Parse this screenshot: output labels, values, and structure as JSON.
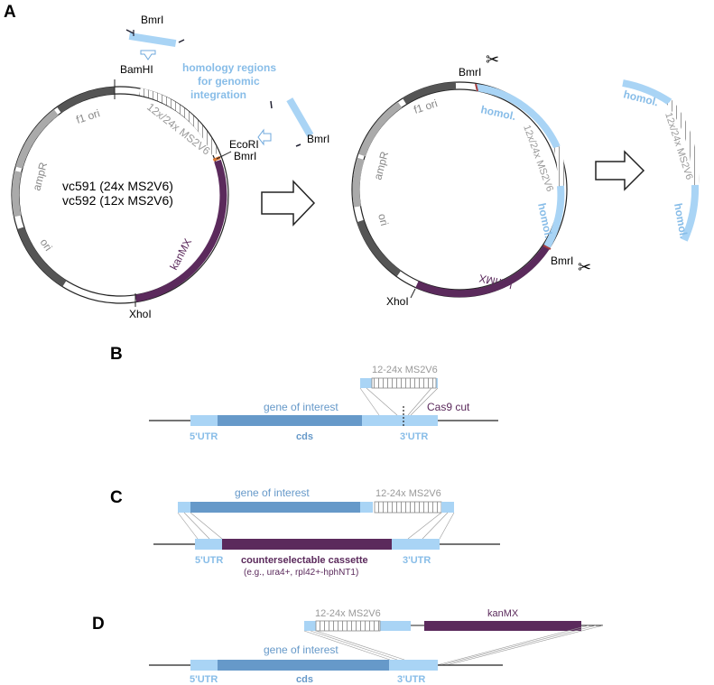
{
  "panels": {
    "a": "A",
    "b": "B",
    "c": "C",
    "d": "D"
  },
  "colors": {
    "light_blue": "#a9d4f5",
    "mid_blue": "#6699c9",
    "purple": "#5b2a5c",
    "dark_gray": "#555555",
    "gray": "#999999",
    "text_gray": "#8a8a8a",
    "blue_text": "#88bde8"
  },
  "plasmid": {
    "names": [
      "vc591 (24x MS2V6)",
      "vc592 (12x MS2V6)"
    ],
    "features": {
      "f1_ori": "f1 ori",
      "ampR": "ampR",
      "ori": "ori",
      "kanMX": "kanMX",
      "ms2": "12x/24x MS2V6",
      "homol": "homol."
    },
    "sites": {
      "bamhi": "BamHI",
      "ecori": "EcoRI",
      "bmri": "BmrI",
      "xhoi": "XhoI"
    },
    "homology_note": [
      "homology regions",
      "for genomic",
      "integration"
    ]
  },
  "panel_b": {
    "insert": "12-24x MS2V6",
    "gene": "gene of interest",
    "utr5": "5'UTR",
    "cds": "cds",
    "utr3": "3'UTR",
    "cas9": "Cas9 cut"
  },
  "panel_c": {
    "gene": "gene of interest",
    "insert": "12-24x MS2V6",
    "utr5": "5'UTR",
    "cassette": "counterselectable cassette",
    "cassette_eg": "(e.g., ura4+, rpl42+-hphNT1)",
    "utr3": "3'UTR"
  },
  "panel_d": {
    "insert": "12-24x MS2V6",
    "kanmx": "kanMX",
    "gene": "gene of interest",
    "utr5": "5'UTR",
    "cds": "cds",
    "utr3": "3'UTR"
  }
}
